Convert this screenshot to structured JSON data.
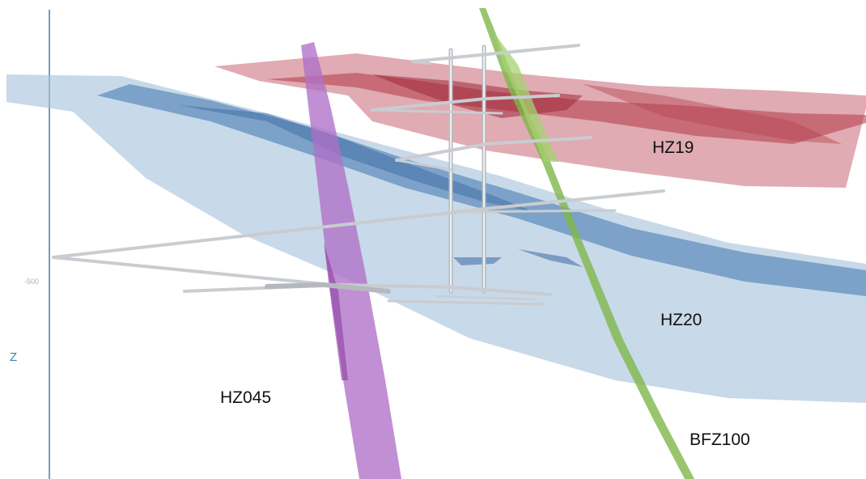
{
  "axis": {
    "name": "Z",
    "tick_label": "-500",
    "color": "#3f7fae"
  },
  "zones": [
    {
      "key": "hz19",
      "label": "HZ19",
      "color": "#c8505e"
    },
    {
      "key": "hz20",
      "label": "HZ20",
      "color": "#5f8fc4"
    },
    {
      "key": "hz045",
      "label": "HZ045",
      "color": "#b55fc4"
    },
    {
      "key": "bfz100",
      "label": "BFZ100",
      "color": "#8fc45f"
    }
  ],
  "structure_color": "#c9ccd0"
}
